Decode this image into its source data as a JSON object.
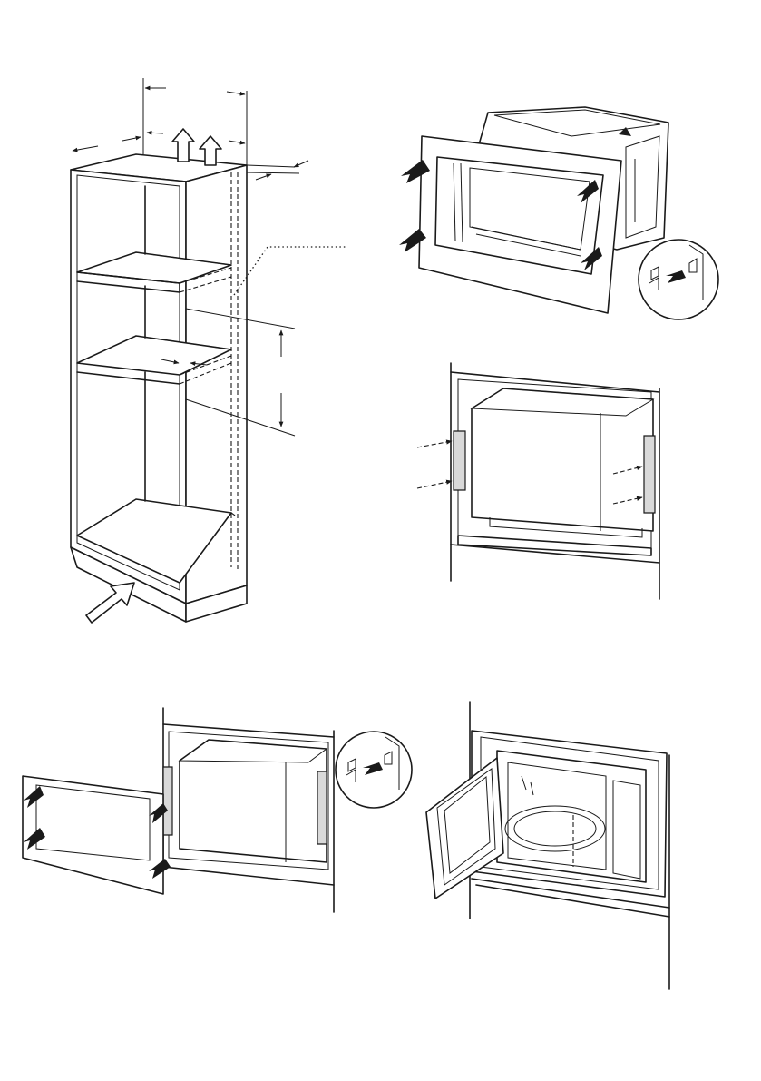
{
  "diagrams": [
    {
      "id": "cabinet-dimensions"
    },
    {
      "id": "frame-attach"
    },
    {
      "id": "unit-screw-fixing"
    },
    {
      "id": "frame-insert"
    },
    {
      "id": "installed-view"
    }
  ],
  "colors": {
    "line": "#1a1a1a",
    "fill": "#ffffff",
    "shade": "#d9d9d9"
  }
}
